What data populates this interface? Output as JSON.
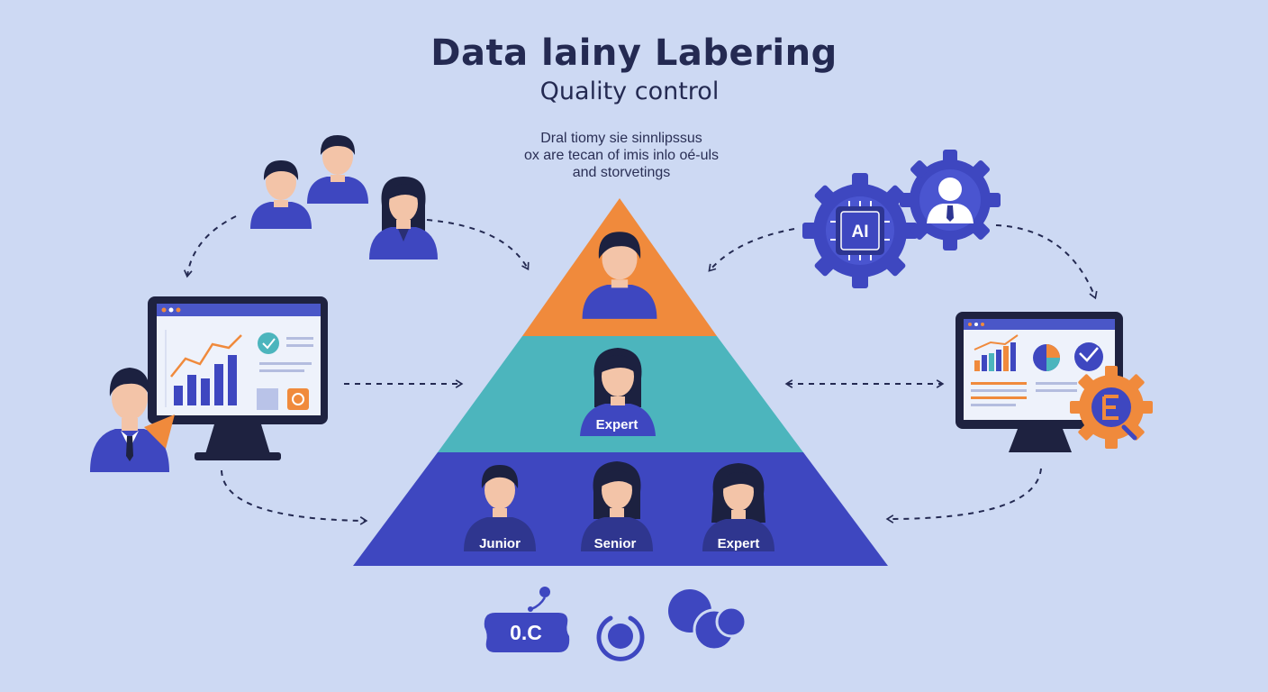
{
  "title": "Data lainy Labering",
  "subtitle": "Quality control",
  "description": [
    "Dral tiomy sie sinnlipssus",
    "ox are tecan of imis inlo oé-uls",
    "and storvetings"
  ],
  "pyramid": {
    "middle_label": "Expert",
    "base_labels": [
      "Junior",
      "Senior",
      "Expert"
    ],
    "colors": {
      "top": "#f08a3c",
      "middle": "#4cb5bd",
      "base": "#3e47c0"
    }
  },
  "ai_badge": "AI",
  "qc_badge": "0.C",
  "colors": {
    "background": "#cdd9f3",
    "navy": "#242a52",
    "blue": "#3e47c0",
    "orange": "#f08a3c",
    "teal": "#4cb5bd"
  },
  "icons": [
    "team-icon",
    "ai-chip-gear-icon",
    "manager-gear-icon",
    "analytics-monitor-icon",
    "dashboard-monitor-icon",
    "settings-gear-icon",
    "qc-badge-icon",
    "power-icon",
    "bubbles-icon"
  ]
}
